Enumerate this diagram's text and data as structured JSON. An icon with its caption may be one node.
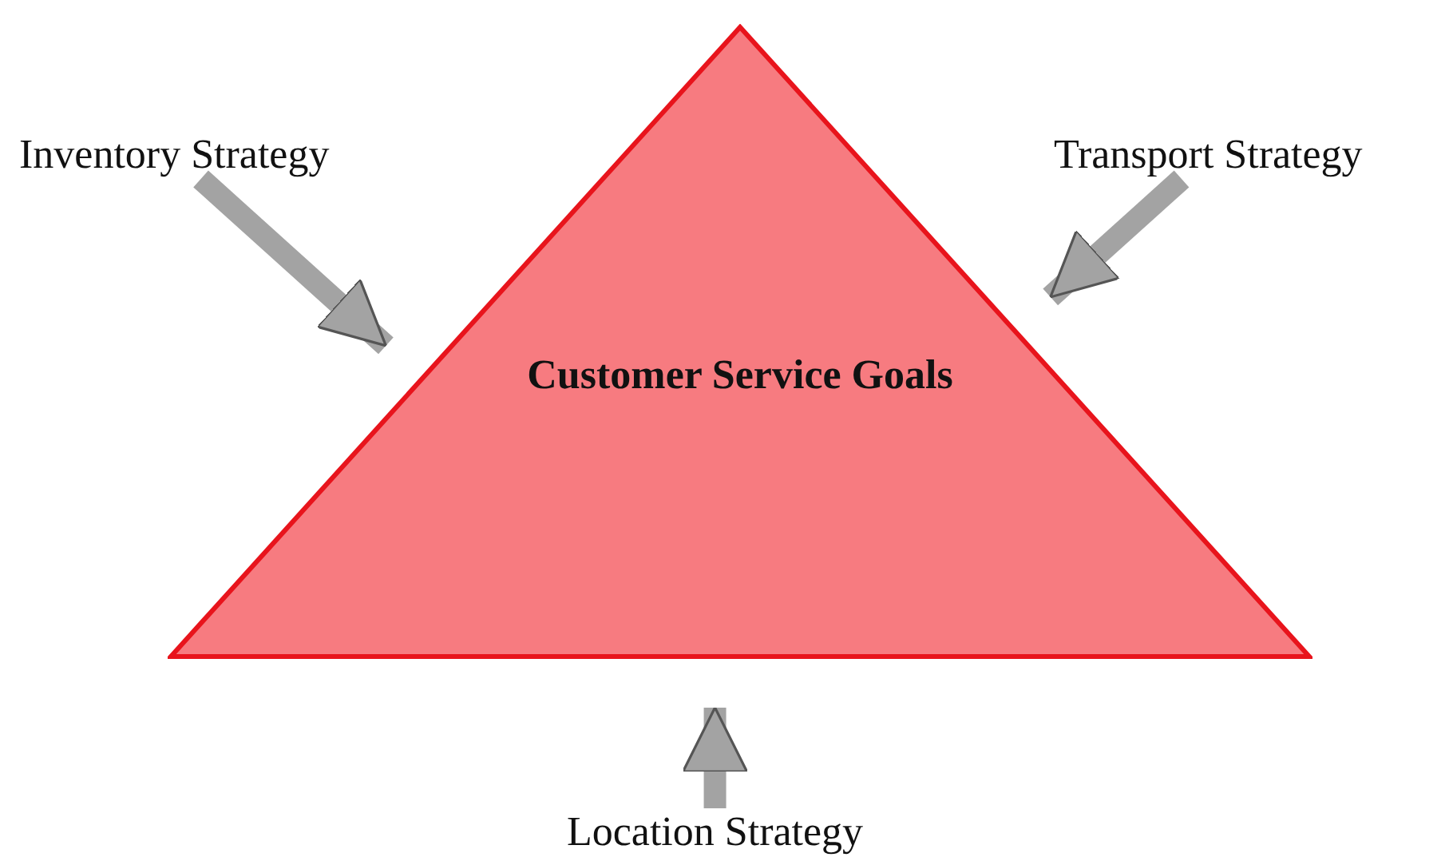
{
  "diagram": {
    "nodes": [
      {
        "text": [
          "Inventory Strategy"
        ]
      },
      {
        "text": [
          "Transport Strategy"
        ]
      },
      {
        "text": [
          "Customer Service Goals"
        ]
      },
      {
        "text": [
          "Location Strategy"
        ]
      }
    ],
    "edges": [
      {
        "from": 0,
        "to": 2,
        "arrow": "to"
      },
      {
        "from": 1,
        "to": 2,
        "arrow": "to"
      },
      {
        "from": 3,
        "to": 2,
        "arrow": "to"
      }
    ]
  }
}
